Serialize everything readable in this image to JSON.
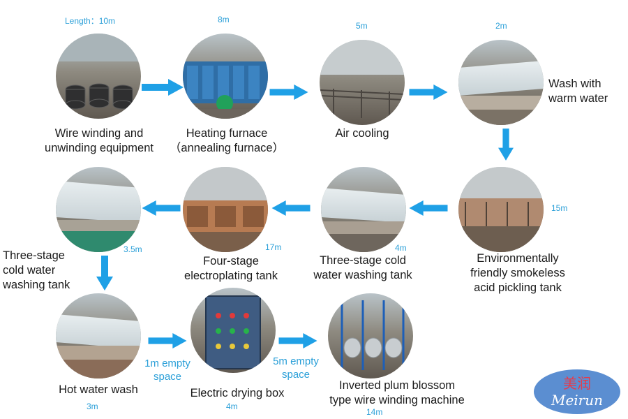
{
  "colors": {
    "arrow": "#1fa0e6",
    "length_text": "#2a9fd8",
    "logo_bg": "#5b8ed1",
    "logo_red": "#e63a4a"
  },
  "steps": [
    {
      "id": "s1",
      "label": "Wire winding and\nunwinding equipment",
      "length": "Length：10m",
      "photo": "spools-icon"
    },
    {
      "id": "s2",
      "label": "Heating furnace\n（annealing furnace）",
      "length": "8m",
      "photo": "furnace-icon"
    },
    {
      "id": "s3",
      "label": "Air cooling",
      "length": "5m",
      "photo": "cooling-rack-icon"
    },
    {
      "id": "s4",
      "label": "Wash with\nwarm water",
      "length": "2m",
      "photo": "tank-icon"
    },
    {
      "id": "s5",
      "label": "Environmentally\nfriendly smokeless\nacid pickling tank",
      "length": "15m",
      "photo": "tank-icon"
    },
    {
      "id": "s6",
      "label": "Three-stage cold\nwater washing tank",
      "length": "4m",
      "photo": "tank-icon"
    },
    {
      "id": "s7",
      "label": "Four-stage\nelectroplating tank",
      "length": "17m",
      "photo": "tank-icon"
    },
    {
      "id": "s8",
      "label": "Three-stage\ncold water\nwashing tank",
      "length": "3.5m",
      "photo": "tank-icon"
    },
    {
      "id": "s9",
      "label": "Hot water wash",
      "length": "3m",
      "photo": "tank-icon"
    },
    {
      "id": "s10",
      "label": "Electric drying box",
      "length": "4m",
      "photo": "control-box-icon"
    },
    {
      "id": "s11",
      "label": "Inverted plum blossom\ntype wire winding machine",
      "length": "14m",
      "photo": "winding-machine-icon"
    }
  ],
  "gaps": [
    {
      "label": "1m empty\nspace"
    },
    {
      "label": "5m empty\nspace"
    }
  ],
  "logo": {
    "chinese": "美润",
    "latin": "Meirun"
  }
}
